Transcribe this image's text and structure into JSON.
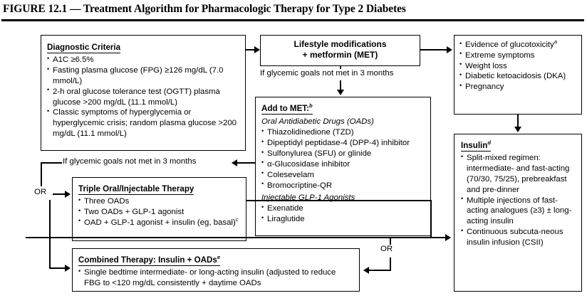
{
  "figure": {
    "title": "FIGURE 12.1 — Treatment Algorithm for Pharmacologic Therapy for Type 2 Diabetes"
  },
  "boxes": {
    "diagnostic_criteria": {
      "heading": "Diagnostic Criteria",
      "items": [
        "A1C ≥6.5%",
        "Fasting plasma glucose (FPG) ≥126 mg/dL (7.0 mmol/L)",
        "2-h oral glucose tolerance test (OGTT) plasma glucose >200  mg/dL (11.1 mmol/L)",
        "Classic symptoms of hyperglycemia or hyperglycemic crisis; random plasma glucose >200 mg/dL (11.1 mmol/L)"
      ]
    },
    "lifestyle": {
      "line1": "Lifestyle modifications",
      "line2": "+ metformin (MET)"
    },
    "add_to_met": {
      "heading": "Add to MET:",
      "heading_sup": "b",
      "group1_label": "Oral Antidiabetic Drugs (OADs)",
      "group1_items": [
        "Thiazolidinedione (TZD)",
        "Dipeptidyl peptidase-4 (DPP-4) inhibitor",
        "Sulfonylurea (SFU) or glinide",
        "α-Glucosidase inhibitor",
        "Colesevelam",
        "Bromocriptine-QR"
      ],
      "group2_label": "Injectable GLP-1 Agonists",
      "group2_items": [
        "Exenatide",
        "Liraglutide"
      ]
    },
    "glucotoxicity": {
      "items": [
        "Evidence of glucotoxicity",
        "Extreme symptoms",
        "Weight loss",
        "Diabetic ketoacidosis (DKA)",
        "Pregnancy"
      ],
      "first_item_sup": "a"
    },
    "insulin": {
      "heading": "Insulin",
      "heading_sup": "d",
      "items": [
        "Split-mixed regimen: intermediate- and fast-acting (70/30, 75/25), prebreakfast and pre-dinner",
        "Multiple injections of fast-acting analogues (≥3) ± long-acting insulin",
        "Continuous subcuta-neous insulin infusion (CSII)"
      ]
    },
    "triple_therapy": {
      "heading": "Triple Oral/Injectable Therapy",
      "items": [
        "Three OADs",
        "Two OADs + GLP-1 agonist",
        "OAD + GLP-1 agonist + insulin (eg, basal)"
      ],
      "last_item_sup": "c"
    },
    "combined_therapy": {
      "heading": "Combined Therapy: Insulin + OADs",
      "heading_sup": "e",
      "items": [
        "Single bedtime intermediate- or long-acting insulin (adjusted to reduce FBG to <120 mg/dL consistently + daytime OADs"
      ]
    }
  },
  "connectors": {
    "goal_label_top": "If glycemic goals not met in 3 months",
    "goal_label_mid": "If glycemic goals not met in 3 months",
    "or_left": "OR",
    "or_center": "OR"
  }
}
